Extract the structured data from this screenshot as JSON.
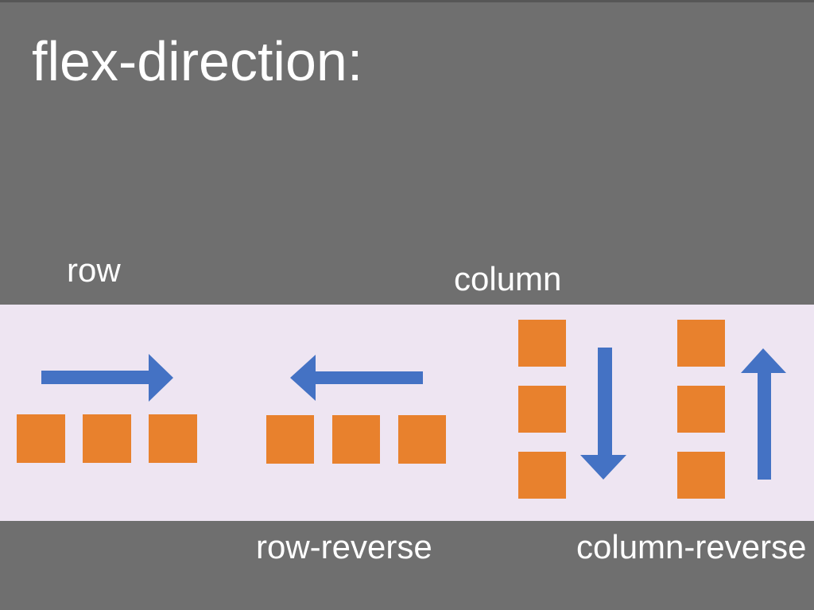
{
  "slide": {
    "title": "flex-direction:",
    "groups": [
      {
        "id": "row",
        "label": "row",
        "icon": "right-arrow-icon",
        "square_count": 3
      },
      {
        "id": "row-reverse",
        "label": "row-reverse",
        "icon": "left-arrow-icon",
        "square_count": 3
      },
      {
        "id": "column",
        "label": "column",
        "icon": "down-arrow-icon",
        "square_count": 3
      },
      {
        "id": "column-reverse",
        "label": "column-reverse",
        "icon": "up-arrow-icon",
        "square_count": 3
      }
    ]
  },
  "colors": {
    "background": "#6F6F6F",
    "band": "#EEE5F2",
    "square": "#E8812D",
    "arrow": "#4472C4",
    "text": "#FFFFFF"
  }
}
